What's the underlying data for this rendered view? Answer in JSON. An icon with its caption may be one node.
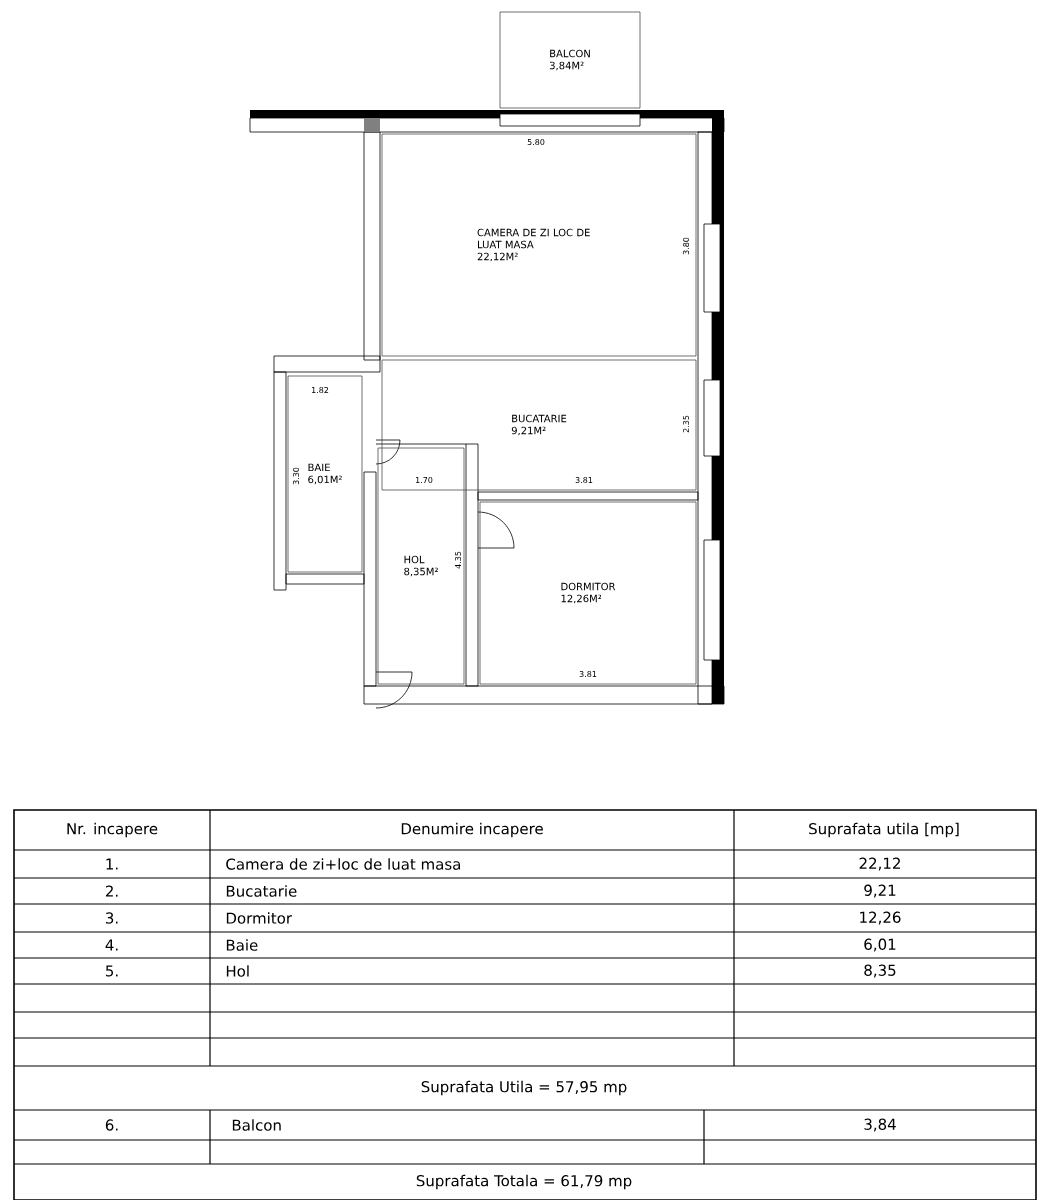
{
  "diagram": {
    "nodes": [
      {
        "text": [
          "BALCON",
          "3,84M²"
        ]
      },
      {
        "text": [
          "CAMERA DE ZI LOC DE LUAT MASA",
          "22,12M²"
        ]
      },
      {
        "text": [
          "BUCATARIE",
          "9,21M²"
        ]
      },
      {
        "text": [
          "BAIE",
          "6,01M²"
        ]
      },
      {
        "text": [
          "HOL",
          "8,35M²"
        ]
      },
      {
        "text": [
          "DORMITOR",
          "12,26M²"
        ]
      }
    ],
    "labels": [
      "5.80",
      "3.80",
      "1.82",
      "2.35",
      "3.30",
      "1.70",
      "3.81",
      "4.35",
      "3.81",
      "Nr. incapere",
      "Denumire incapere",
      "Suprafata utila [mp]",
      "1.",
      "Camera de zi+loc de luat masa",
      "22,12",
      "2.",
      "Bucatarie",
      "9,21",
      "3.",
      "Dormitor",
      "12,26",
      "4.",
      "Baie",
      "6,01",
      "5.",
      "Hol",
      "8,35",
      "Suprafata Utila = 57,95 mp",
      "6.",
      "Balcon",
      "3,84",
      "Suprafata Totala = 61,79 mp"
    ]
  }
}
